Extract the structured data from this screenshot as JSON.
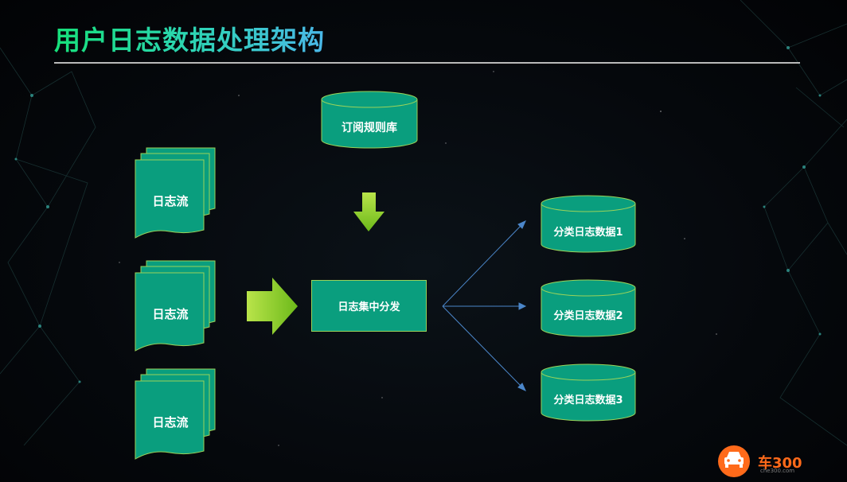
{
  "title": "用户日志数据处理架构",
  "log_streams": [
    {
      "label": "日志流"
    },
    {
      "label": "日志流"
    },
    {
      "label": "日志流"
    }
  ],
  "subscription_db": {
    "label": "订阅规则库"
  },
  "dispatcher": {
    "label": "日志集中分发"
  },
  "classified_dbs": [
    {
      "label": "分类日志数据1"
    },
    {
      "label": "分类日志数据2"
    },
    {
      "label": "分类日志数据3"
    }
  ],
  "logo": {
    "brand": "车300",
    "url_text": "che300.com"
  },
  "colors": {
    "teal_fill": "#0a9e7e",
    "lime_stroke": "#9ad35a",
    "arrow_green": "#8ccc1f",
    "connector_blue": "#4b86c9",
    "logo_orange": "#ff6a1a"
  }
}
